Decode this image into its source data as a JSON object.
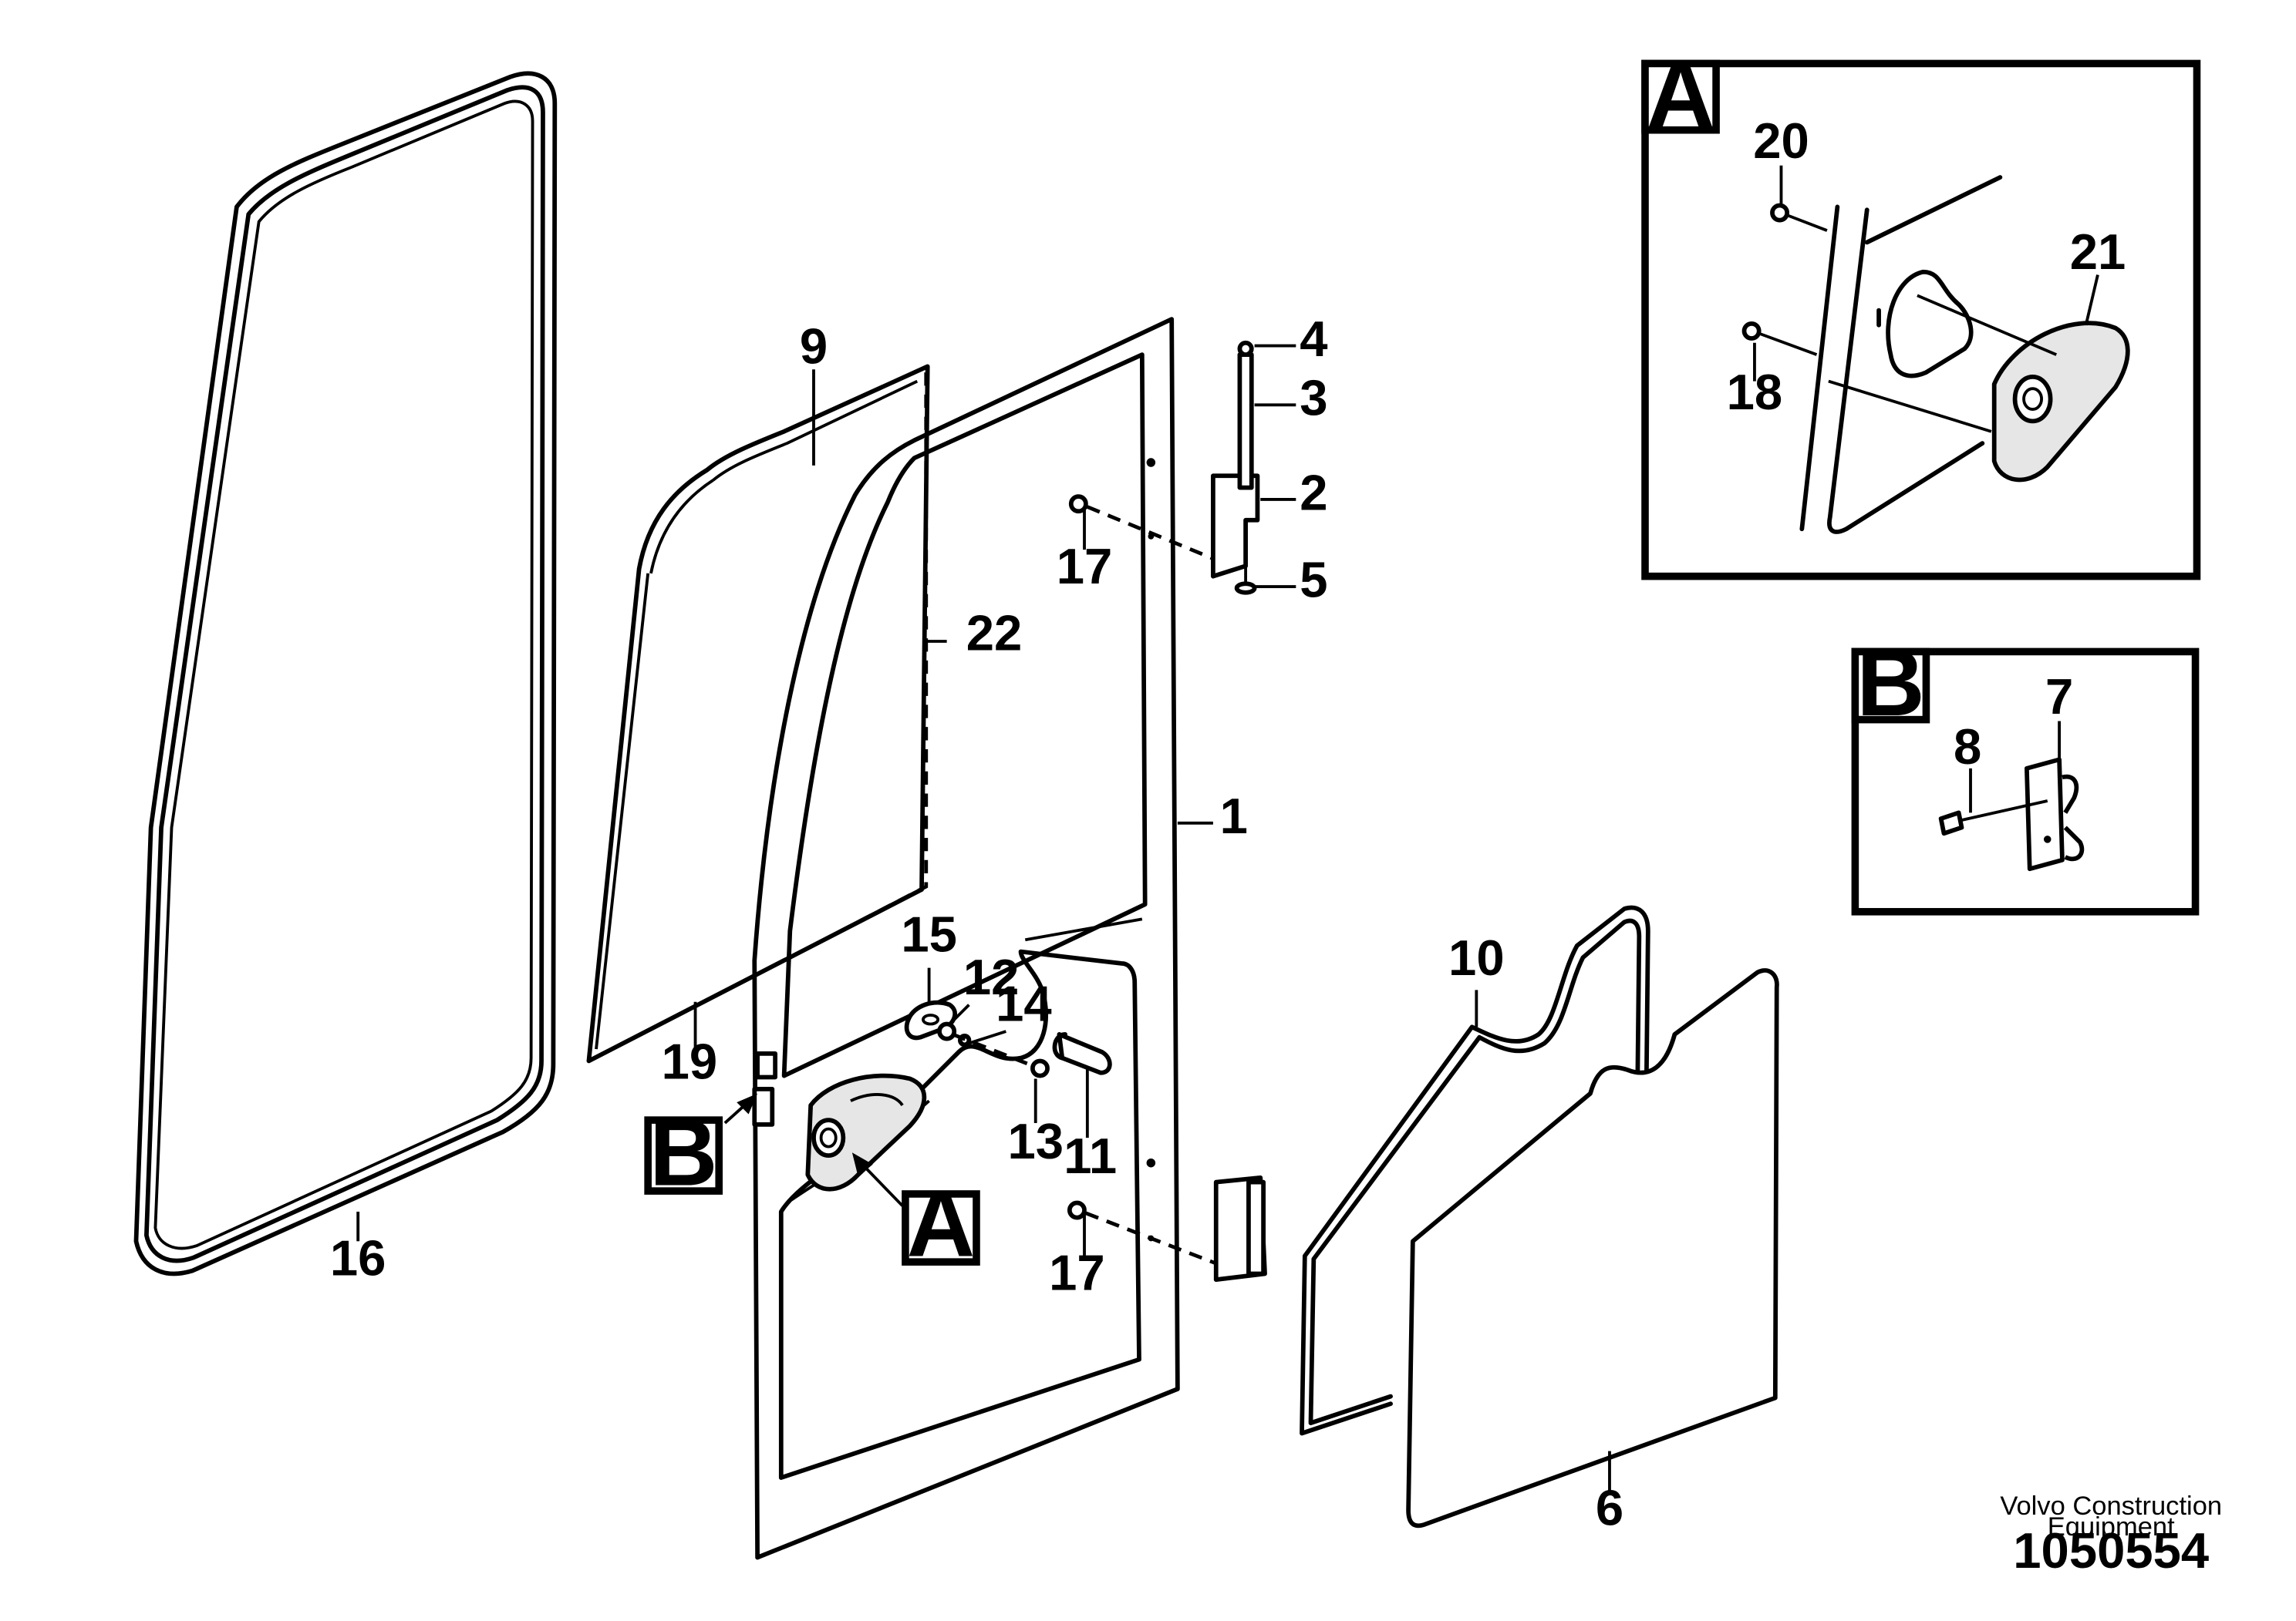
{
  "callouts": {
    "c1": "1",
    "c2": "2",
    "c3": "3",
    "c4": "4",
    "c5": "5",
    "c6": "6",
    "c7": "7",
    "c8": "8",
    "c9": "9",
    "c10": "10",
    "c11": "11",
    "c12": "12",
    "c13": "13",
    "c14": "14",
    "c15": "15",
    "c16": "16",
    "c17a": "17",
    "c17b": "17",
    "c18": "18",
    "c19": "19",
    "c20": "20",
    "c21": "21",
    "c22": "22"
  },
  "detail_refs": {
    "a_main": "A",
    "b_main": "B",
    "a_panel": "A",
    "b_panel": "B"
  },
  "footer": {
    "line1": "Volvo Construction",
    "line2": "Equipment",
    "drawing_id": "1050554"
  }
}
